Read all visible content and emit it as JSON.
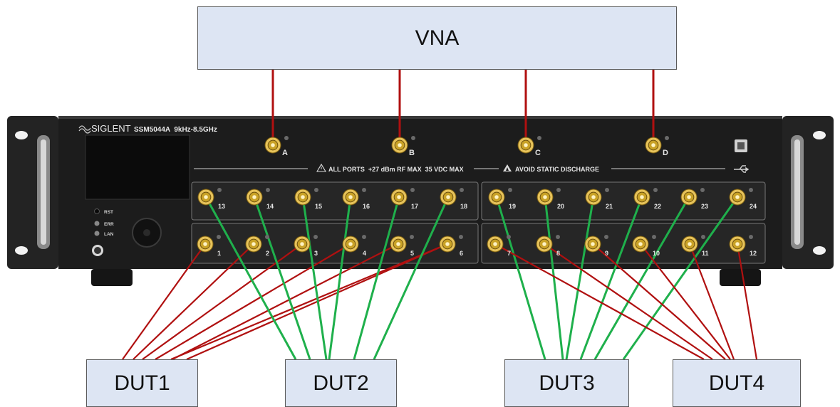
{
  "diagram": {
    "vna_label": "VNA",
    "duts": [
      {
        "label": "DUT1"
      },
      {
        "label": "DUT2"
      },
      {
        "label": "DUT3"
      },
      {
        "label": "DUT4"
      }
    ]
  },
  "instrument": {
    "brand": "SIGLENT",
    "model": "SSM5044A  9kHz-8.5GHz",
    "top_ports": [
      "A",
      "B",
      "C",
      "D"
    ],
    "upper_row_ports": [
      "13",
      "14",
      "15",
      "16",
      "17",
      "18",
      "19",
      "20",
      "21",
      "22",
      "23",
      "24"
    ],
    "lower_row_ports": [
      "1",
      "2",
      "3",
      "4",
      "5",
      "6",
      "7",
      "8",
      "9",
      "10",
      "11",
      "12"
    ],
    "warning_text": "ALL PORTS  +27 dBm RF MAX  35 VDC MAX",
    "static_text": "AVOID STATIC DISCHARGE",
    "status_leds": [
      "RST",
      "ERR",
      "LAN"
    ]
  },
  "colors": {
    "red_link": "#b01010",
    "green_link": "#1fb04c",
    "box_fill": "#dde5f3",
    "chassis": "#1c1c1c",
    "panel": "#2a2a2a",
    "connector": "#c9a227"
  }
}
